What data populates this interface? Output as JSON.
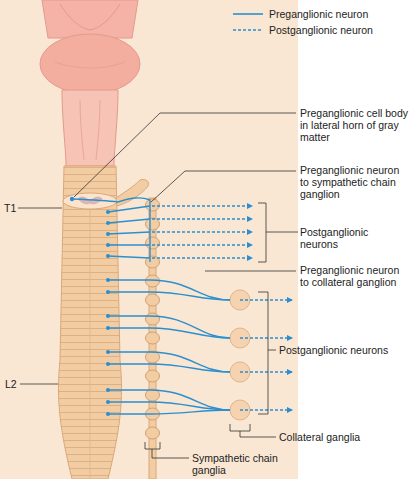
{
  "diagram": {
    "labels": [
      "Preganglionic cell body in lateral horn of gray matter",
      "T1",
      "Preganglionic neuron to sympathetic chain ganglion",
      "Postganglionic neurons",
      "Preganglionic neuron to collateral ganglion",
      "Postganglionic neurons",
      "L2",
      "Collateral ganglia",
      "Sympathetic chain ganglia"
    ],
    "legend": [
      {
        "text": "Preganglionic neuron"
      },
      {
        "text": "Postganglionic neuron"
      }
    ]
  }
}
